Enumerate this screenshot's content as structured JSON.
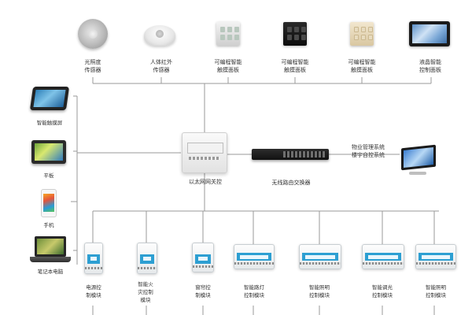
{
  "top_devices": [
    {
      "label_line1": "光照度",
      "label_line2": "传感器",
      "icon": "light-sensor-icon"
    },
    {
      "label_line1": "人体红外",
      "label_line2": "传感器",
      "icon": "pir-sensor-icon"
    },
    {
      "label_line1": "可编程智能",
      "label_line2": "触摸面板",
      "icon": "silver-touch-panel-icon"
    },
    {
      "label_line1": "可编程智能",
      "label_line2": "触摸面板",
      "icon": "black-touch-panel-icon"
    },
    {
      "label_line1": "可编程智能",
      "label_line2": "触摸面板",
      "icon": "gold-touch-panel-icon"
    },
    {
      "label_line1": "液晶智能",
      "label_line2": "控制面板",
      "icon": "lcd-control-panel-icon"
    }
  ],
  "left_devices": [
    {
      "label": "智能触摸屏",
      "icon": "touchscreen-icon"
    },
    {
      "label": "平板",
      "icon": "tablet-icon"
    },
    {
      "label": "手机",
      "icon": "phone-icon"
    },
    {
      "label": "笔记本电脑",
      "icon": "laptop-icon"
    }
  ],
  "center": {
    "gateway_label": "以太网网关控",
    "switch_label": "无线路由交换器",
    "monitor_label_line1": "物业管理系统",
    "monitor_label_line2": "楼宇自控系统"
  },
  "modules": [
    {
      "label_line1": "电源控",
      "label_line2": "制模块",
      "label_line3": ""
    },
    {
      "label_line1": "智能火",
      "label_line2": "灾控制",
      "label_line3": "模块"
    },
    {
      "label_line1": "窗帘控",
      "label_line2": "制模块",
      "label_line3": ""
    },
    {
      "label_line1": "智能路灯",
      "label_line2": "控制模块",
      "label_line3": ""
    },
    {
      "label_line1": "智能照明",
      "label_line2": "控制模块",
      "label_line3": ""
    },
    {
      "label_line1": "智能调光",
      "label_line2": "控制模块",
      "label_line3": ""
    },
    {
      "label_line1": "智能照明",
      "label_line2": "控制模块",
      "label_line3": ""
    }
  ],
  "colors": {
    "line": "#9a9a9a",
    "module_band": "#2d9fd2"
  }
}
